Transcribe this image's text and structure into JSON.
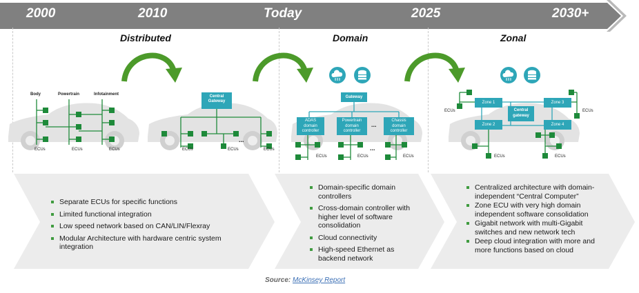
{
  "timeline": {
    "labels": [
      "2000",
      "2010",
      "Today",
      "2025",
      "2030+"
    ]
  },
  "eras": {
    "distributed": {
      "title": "Distributed",
      "left": {
        "labels": [
          "Body",
          "Powertrain",
          "Infotainment"
        ],
        "ecus": [
          "ECUs",
          "ECUs",
          "ECUs"
        ]
      },
      "right": {
        "gateway": "Central\nGateway",
        "ecus": [
          "ECUs",
          "ECUs",
          "ECUs"
        ],
        "dots": "..."
      },
      "bullets": [
        "Separate ECUs  for specific functions",
        "Limited  functional integration",
        "Low speed network based on CAN/LIN/Flexray",
        "Modular Architecture with hardware centric system integration"
      ]
    },
    "domain": {
      "title": "Domain",
      "gateway": "Gateway",
      "controllers": [
        "ADAS\ndomain\ncontroller",
        "Powertrain\ndomain\ncontroller",
        "Chassis\ndomain\ncontroller"
      ],
      "dots": "...",
      "ecus": [
        "ECUs",
        "ECUs",
        "ECUs"
      ],
      "bullets": [
        "Domain-specific domain controllers",
        "Cross-domain controller with higher level of software consolidation",
        "Cloud  connectivity",
        "High-speed Ethernet as backend network"
      ]
    },
    "zonal": {
      "title": "Zonal",
      "zones": [
        "Zone 1",
        "Zone 2",
        "Zone 3",
        "Zone 4"
      ],
      "central": "Central\ngateway",
      "ecus": [
        "ECUs",
        "ECUs",
        "ECUs",
        "ECUs"
      ],
      "bullets": [
        "Centralized architecture with domain-independent “Central Computer”",
        "Zone ECU  with very high domain independent software consolidation",
        "Gigabit network with multi-Gigabit switches and new network tech",
        "Deep  cloud integration  with more and more functions based on cloud"
      ]
    }
  },
  "source": {
    "label": "Source:",
    "link": "McKinsey Report"
  },
  "colors": {
    "timeline": "#7f7f7f",
    "green": "#1e8a3a",
    "teal": "#2ea6b8",
    "chevron": "#ececec",
    "arc": "#4c9a2a"
  },
  "icons": [
    "cloud-icon",
    "database-icon",
    "curved-arrow-icon"
  ]
}
